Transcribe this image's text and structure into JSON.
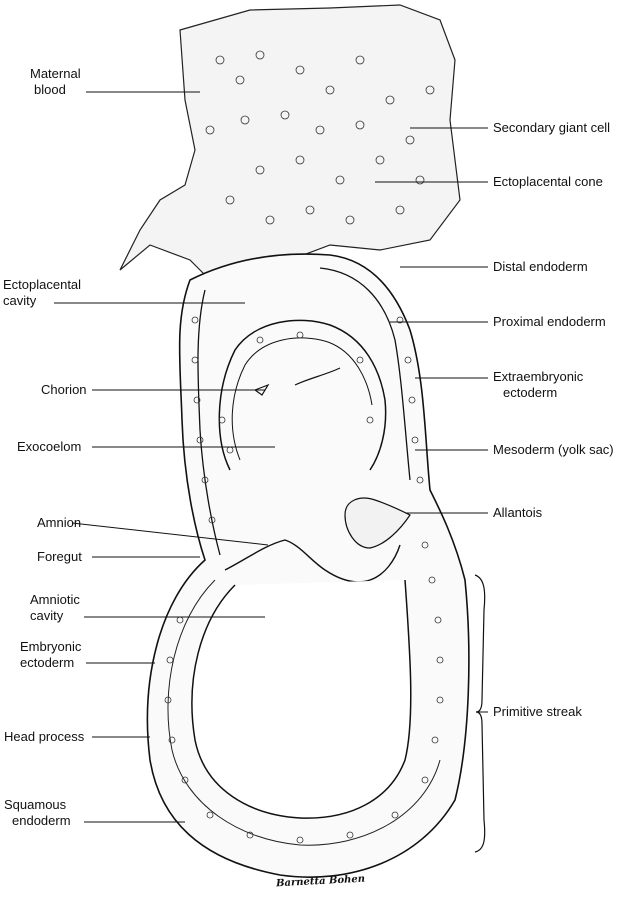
{
  "labels_left": {
    "maternal_blood": [
      "Maternal",
      "blood"
    ],
    "ectoplacental_cavity": [
      "Ectoplacental",
      "cavity"
    ],
    "chorion": "Chorion",
    "exocoelom": "Exocoelom",
    "amnion": "Amnion",
    "foregut": "Foregut",
    "amniotic_cavity": [
      "Amniotic",
      "cavity"
    ],
    "embryonic_ectoderm": [
      "Embryonic",
      "ectoderm"
    ],
    "head_process": "Head process",
    "squamous_endoderm": [
      "Squamous",
      "endoderm"
    ]
  },
  "labels_right": {
    "secondary_giant_cell": "Secondary giant cell",
    "ectoplacental_cone": "Ectoplacental cone",
    "distal_endoderm": "Distal endoderm",
    "proximal_endoderm": "Proximal endoderm",
    "extraembryonic_ectoderm": [
      "Extraembryonic",
      "ectoderm"
    ],
    "mesoderm_yolk_sac": "Mesoderm (yolk sac)",
    "allantois": "Allantois",
    "primitive_streak": "Primitive streak"
  },
  "signature": "Barnetta Bohen",
  "colors": {
    "ink": "#111111",
    "cell": "#333333",
    "background": "#ffffff"
  }
}
